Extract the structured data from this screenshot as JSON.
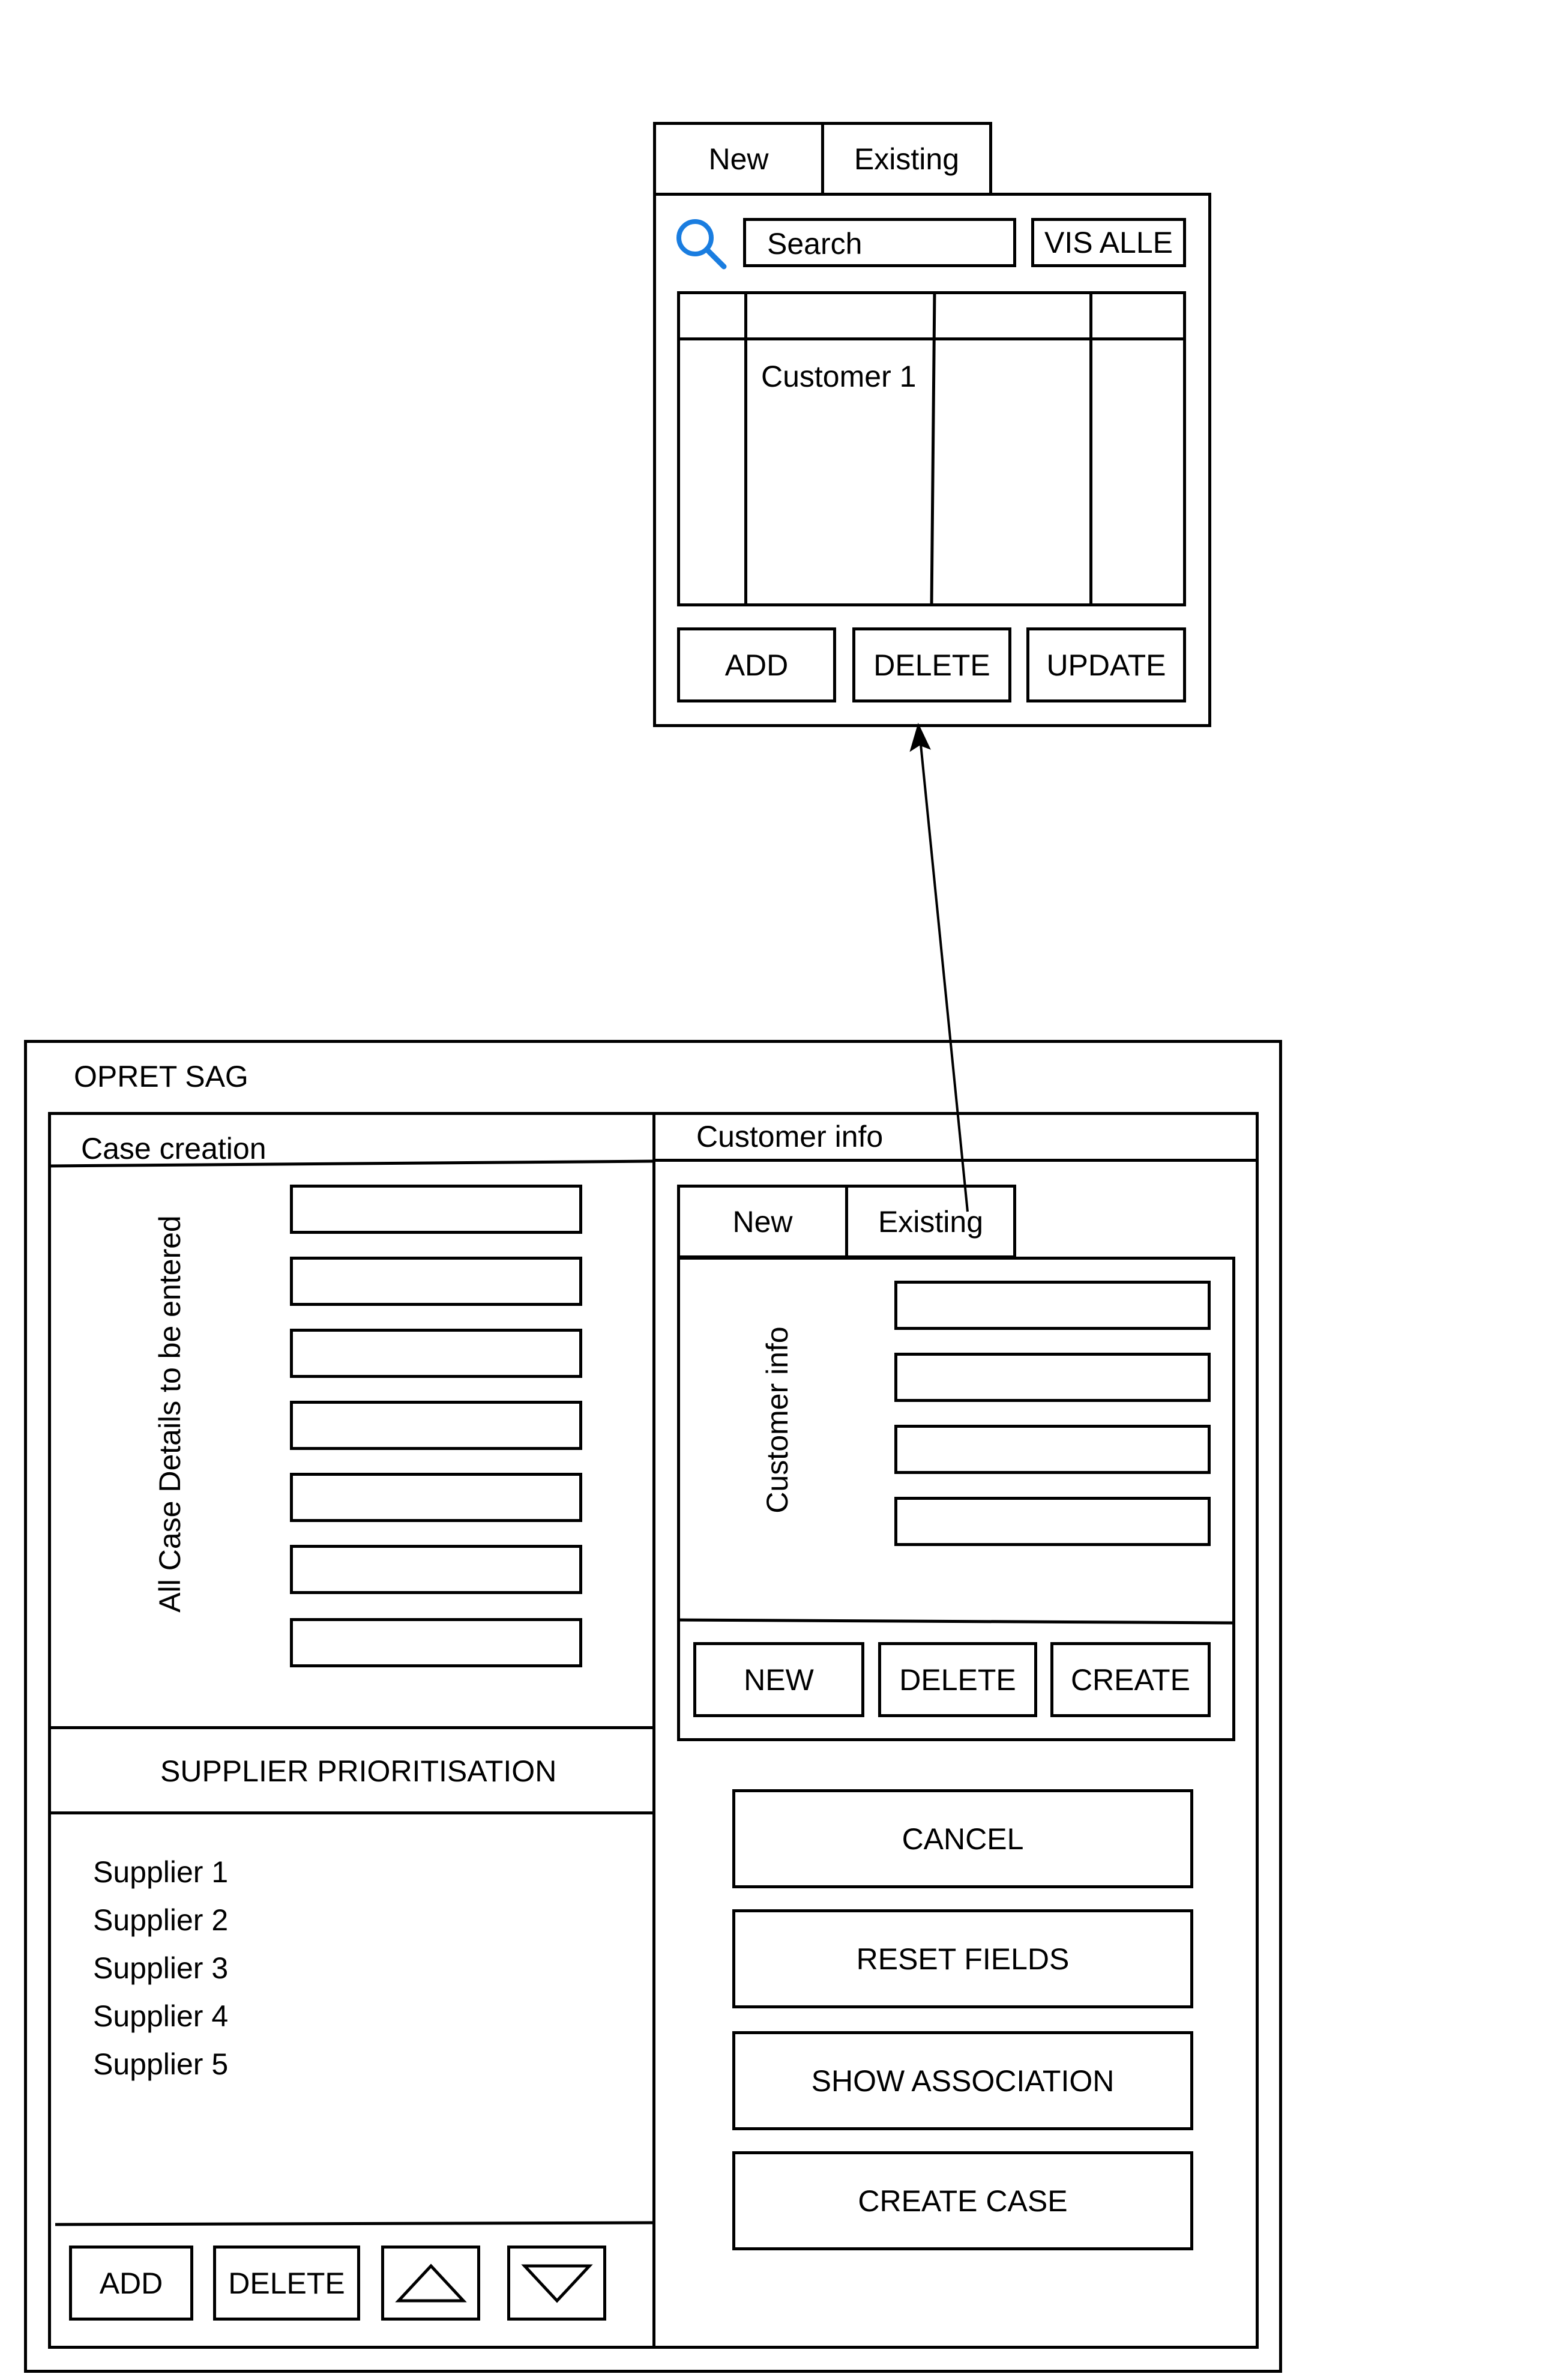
{
  "popup": {
    "tabs": [
      "New",
      "Existing"
    ],
    "search_placeholder": "Search",
    "show_all_label": "VIS ALLE",
    "table_rows": [
      [
        "",
        "Customer 1",
        "",
        ""
      ]
    ],
    "buttons": {
      "add": "ADD",
      "delete": "DELETE",
      "update": "UPDATE"
    },
    "search_icon_color": "#1a7de0"
  },
  "main": {
    "window_title": "OPRET SAG",
    "case_creation": {
      "title": "Case creation",
      "vertical_label": "All Case Details to be entered",
      "field_count": 7
    },
    "supplier_prioritisation": {
      "title": "SUPPLIER PRIORITISATION",
      "suppliers": [
        "Supplier 1",
        "Supplier 2",
        "Supplier 3",
        "Supplier 4",
        "Supplier 5"
      ],
      "buttons": {
        "add": "ADD",
        "delete": "DELETE"
      }
    },
    "customer_info": {
      "title": "Customer info",
      "tabs": [
        "New",
        "Existing"
      ],
      "vertical_label": "Customer info",
      "field_count": 4,
      "buttons": {
        "new": "NEW",
        "delete": "DELETE",
        "create": "CREATE"
      }
    },
    "actions": {
      "cancel": "CANCEL",
      "reset": "RESET FIELDS",
      "show_association": "SHOW ASSOCIATION",
      "create_case": "CREATE CASE"
    }
  }
}
